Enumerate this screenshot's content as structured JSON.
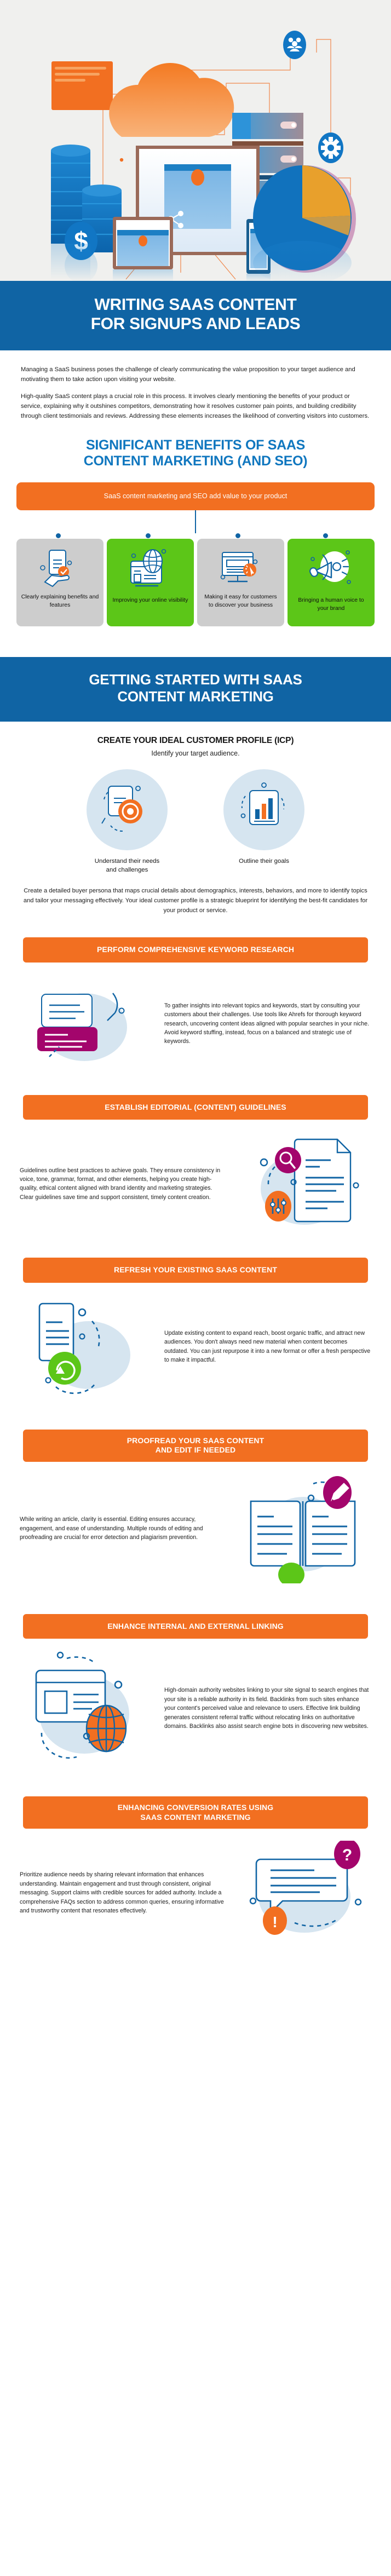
{
  "hero": {
    "alt": "saas-content-illustration",
    "icons": [
      "people-icon",
      "gear-icon",
      "share-icon",
      "dollar-icon",
      "cloud-icon",
      "server-icon",
      "database-icon",
      "pie-chart-icon",
      "monitor-icon",
      "tablet-icon",
      "phone-icon"
    ]
  },
  "header": {
    "title_line1": "WRITING SAAS CONTENT",
    "title_line2": "FOR SIGNUPS AND LEADS"
  },
  "intro": {
    "p1": "Managing a SaaS business poses the challenge of clearly communicating the value proposition to your target audience and motivating them to take action upon visiting your website.",
    "p2": "High-quality SaaS content plays a crucial role in this process. It involves clearly mentioning the benefits of your product or service, explaining why it outshines competitors, demonstrating how it resolves customer pain points, and building credibility through client testimonials and reviews. Addressing these elements increases the likelihood of converting visitors into customers."
  },
  "benefits": {
    "heading_line1": "SIGNIFICANT BENEFITS OF SAAS",
    "heading_line2": "CONTENT MARKETING (AND SEO)",
    "pill": "SaaS content marketing and SEO add value to your product",
    "cards": [
      {
        "label": "Clearly explaining benefits and features",
        "theme": "grey",
        "icon": "hand-document-check-icon"
      },
      {
        "label": "Improving your online visibility",
        "theme": "green",
        "icon": "globe-browser-icon"
      },
      {
        "label": "Making it easy for customers to discover your business",
        "theme": "grey",
        "icon": "monitor-cursor-icon"
      },
      {
        "label": "Bringing a human voice to your brand",
        "theme": "green",
        "icon": "megaphone-icon"
      }
    ]
  },
  "getting_started": {
    "heading_line1": "GETTING STARTED WITH SAAS",
    "heading_line2": "CONTENT MARKETING"
  },
  "icp": {
    "heading": "CREATE YOUR IDEAL CUSTOMER PROFILE (ICP)",
    "subheading": "Identify your target audience.",
    "items": [
      {
        "caption_line1": "Understand their needs",
        "caption_line2": "and challenges",
        "icon": "target-document-icon"
      },
      {
        "caption_line1": "Outline their goals",
        "caption_line2": "",
        "icon": "bar-chart-goals-icon"
      }
    ],
    "paragraph": "Create a detailed buyer persona that maps crucial details about demographics, interests, behaviors, and more to identify topics and tailor your messaging effectively. Your ideal customer profile is a strategic blueprint for identifying the best-fit candidates for your product or service."
  },
  "steps": [
    {
      "title": "PERFORM COMPREHENSIVE KEYWORD RESEARCH",
      "text": "To gather insights into relevant topics and keywords, start by consulting your customers about their challenges. Use tools like Ahrefs for thorough keyword research, uncovering content ideas aligned with popular searches in your niche.\nAvoid keyword stuffing, instead, focus on a balanced and strategic use of keywords.",
      "art": "keyword-research-art",
      "art_side": "left"
    },
    {
      "title": "ESTABLISH EDITORIAL (CONTENT) GUIDELINES",
      "text": "Guidelines outline best practices to achieve goals. They ensure consistency in voice, tone, grammar, format, and other elements, helping you create high-quality, ethical content aligned with brand identity and marketing strategies. Clear guidelines save time and support consistent, timely content creation.",
      "art": "editorial-guidelines-art",
      "art_side": "right"
    },
    {
      "title": "REFRESH YOUR EXISTING SAAS CONTENT",
      "text": "Update existing content to expand reach, boost organic traffic, and attract new audiences. You don't always need new material when content becomes outdated. You can just repurpose it into a new format or offer a fresh perspective to make it impactful.",
      "art": "refresh-content-art",
      "art_side": "left"
    },
    {
      "title": "PROOFREAD YOUR SAAS CONTENT\nAND EDIT IF NEEDED",
      "text": "While writing an article, clarity is essential. Editing ensures accuracy, engagement, and ease of understanding. Multiple rounds of editing and proofreading are crucial for error detection and plagiarism prevention.",
      "art": "proofread-art",
      "art_side": "right"
    },
    {
      "title": "ENHANCE INTERNAL AND EXTERNAL LINKING",
      "text": "High-domain authority websites linking to your site signal to search engines that your site is a reliable authority in its field. Backlinks from such sites enhance your content's perceived value and relevance to users. Effective link building generates consistent referral traffic without relocating links on authoritative domains. Backlinks also assist search engine bots in discovering new websites.",
      "art": "linking-art",
      "art_side": "left"
    },
    {
      "title": "ENHANCING CONVERSION RATES USING\nSAAS CONTENT MARKETING",
      "text": "Prioritize audience needs by sharing relevant information that enhances understanding. Maintain engagement and trust through consistent, original messaging. Support claims with credible sources for added authority. Include a comprehensive FAQs section to address common queries, ensuring informative and trustworthy content that resonates effectively.",
      "art": "conversion-art",
      "art_side": "left"
    }
  ],
  "colors": {
    "brand_blue": "#1064a4",
    "heading_blue": "#1077bf",
    "orange": "#f26f21",
    "green": "#5cc618",
    "magenta": "#a3056c",
    "grey_card": "#cdcdcd",
    "pale_blue": "#d6e5f0"
  }
}
